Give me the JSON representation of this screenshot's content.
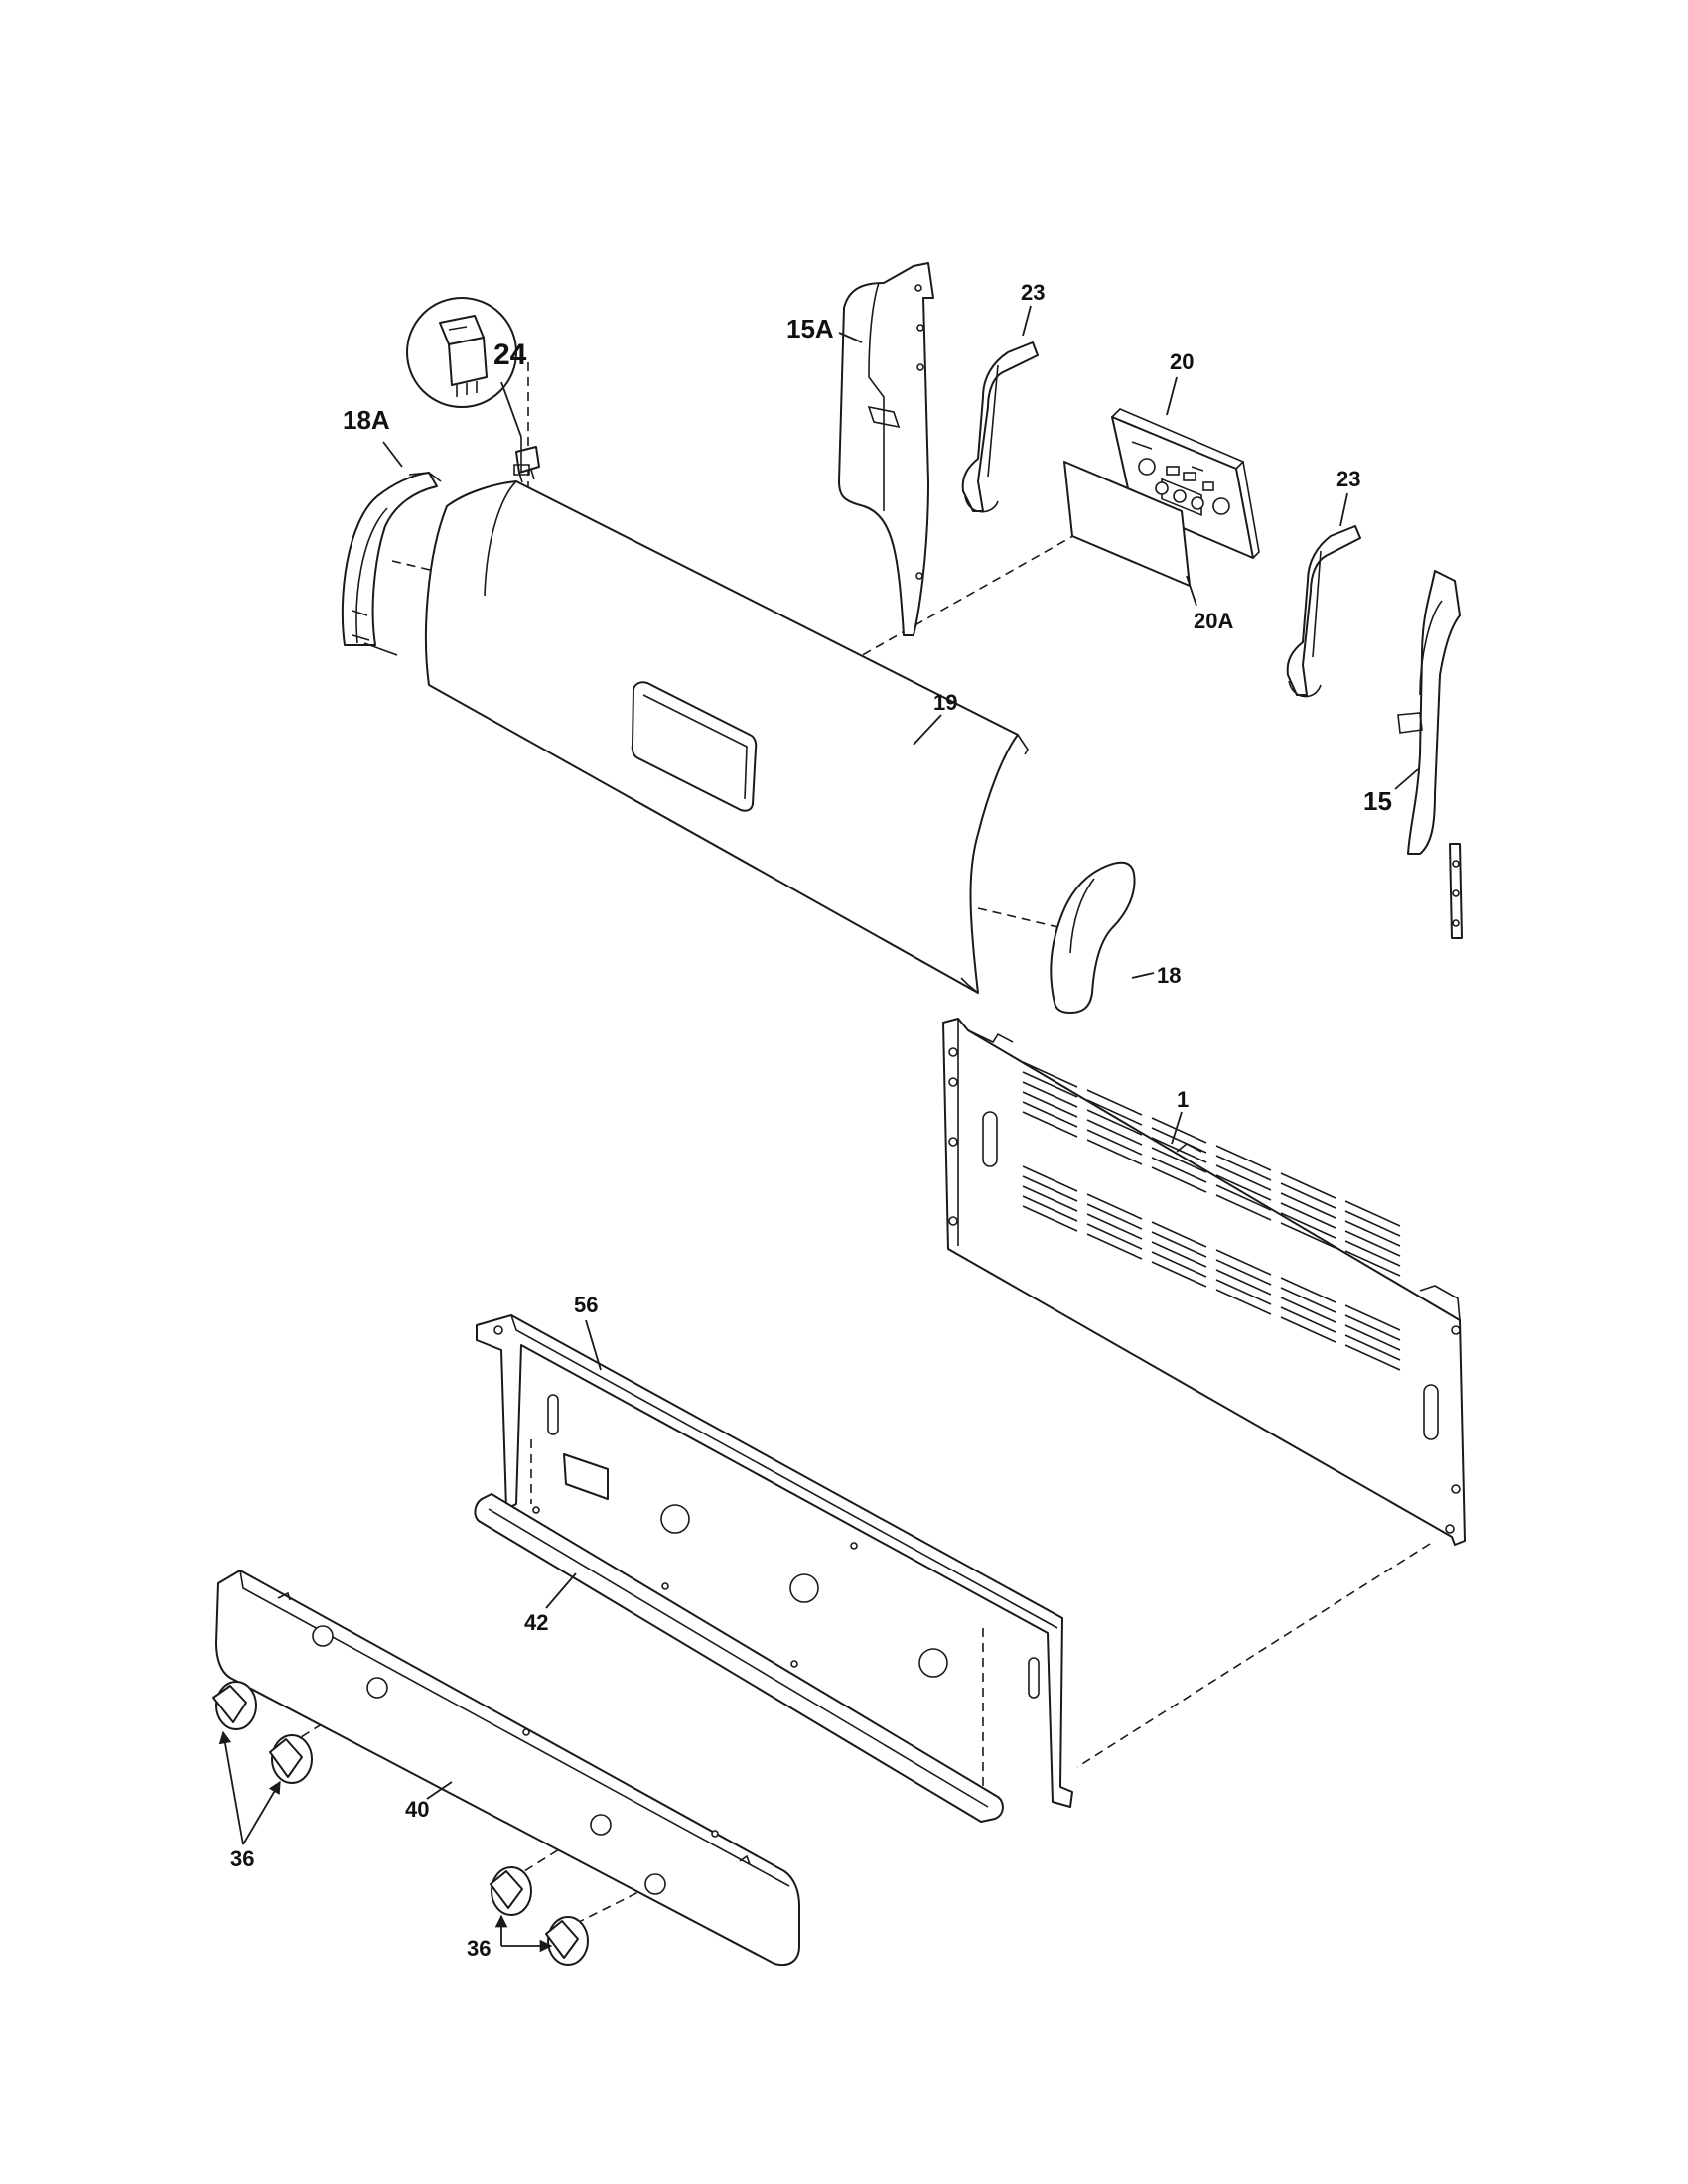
{
  "callouts": {
    "p1": "1",
    "p15": "15",
    "p15a": "15A",
    "p18": "18",
    "p18a": "18A",
    "p19": "19",
    "p20": "20",
    "p20a": "20A",
    "p23_left": "23",
    "p23_right": "23",
    "p24": "24",
    "p36_left": "36",
    "p36_right": "36",
    "p40": "40",
    "p42": "42",
    "p56": "56"
  }
}
